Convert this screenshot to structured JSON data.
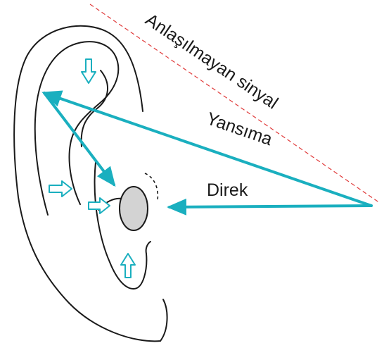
{
  "labels": {
    "unintelligible": "Anlaşılmayan sinyal",
    "reflection": "Yansıma",
    "direct": "Direk"
  },
  "colors": {
    "arrow": "#1aafbf",
    "outline": "#1a1a1a",
    "dashed_line": "#e03a3a",
    "ear_canal_fill": "#d3d3d3"
  }
}
